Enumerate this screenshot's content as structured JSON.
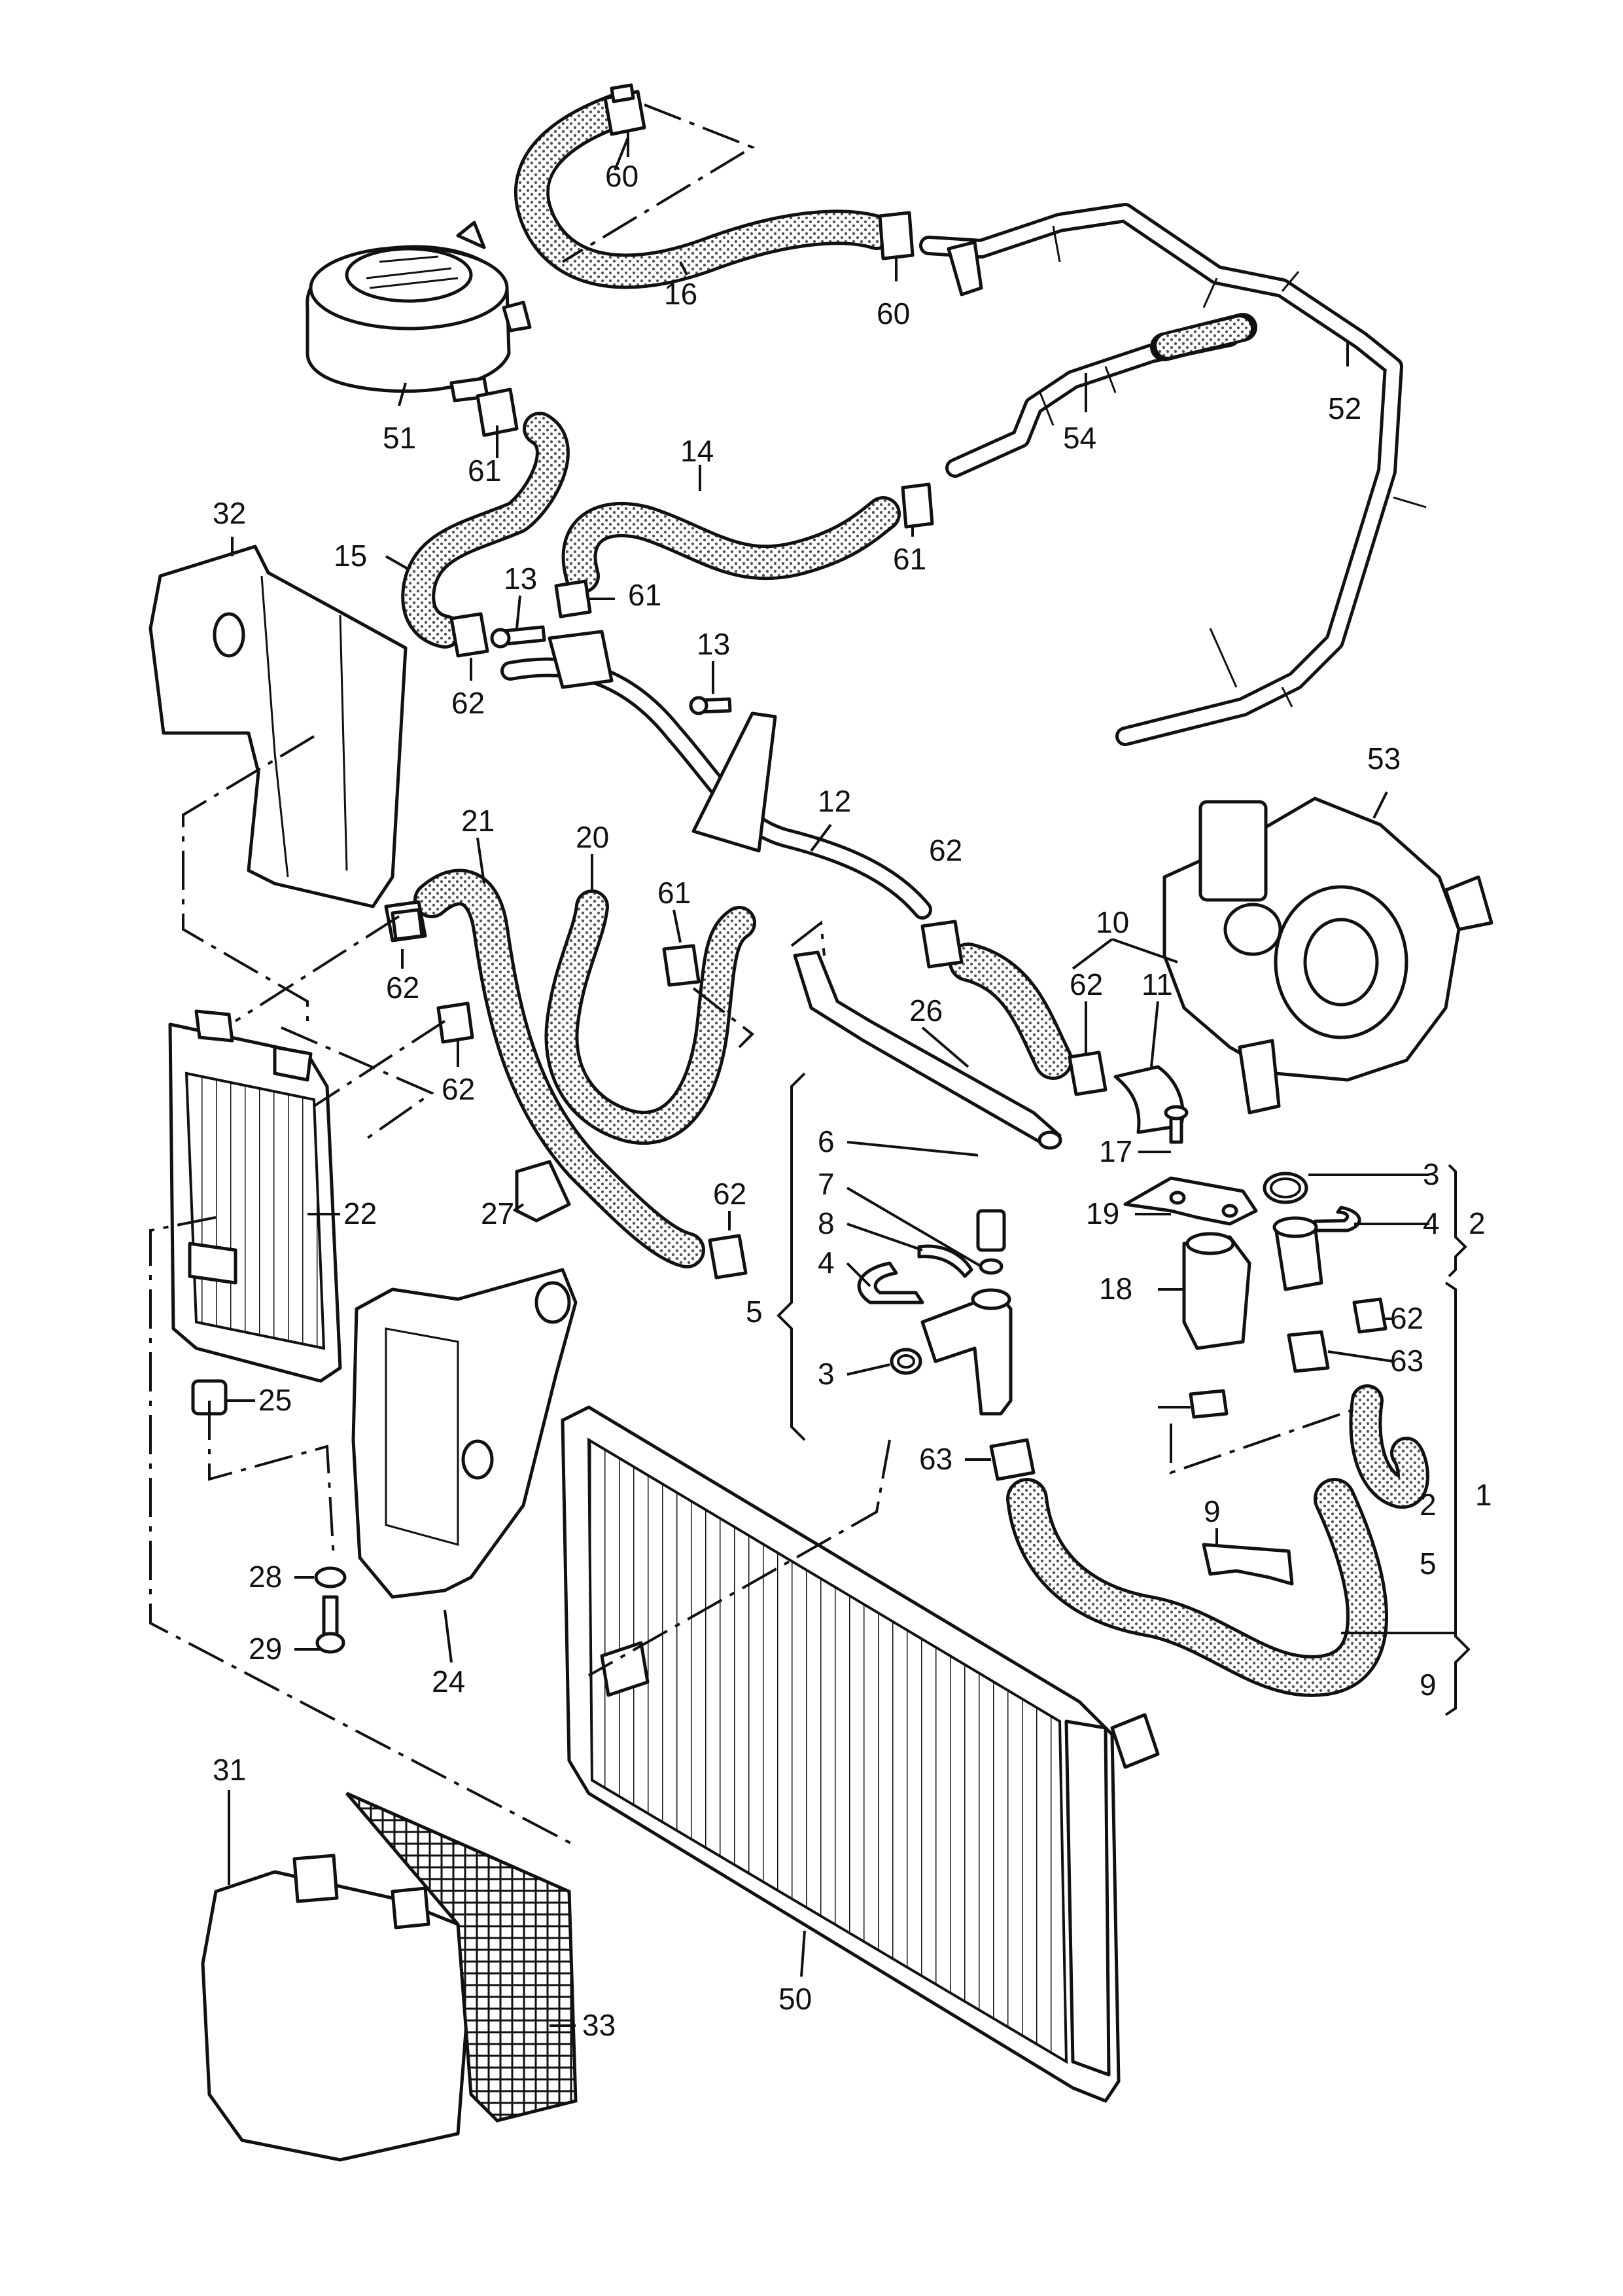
{
  "callouts": {
    "c60a": "60",
    "c16": "16",
    "c60b": "60",
    "c51": "51",
    "c52": "52",
    "c54": "54",
    "c61a": "61",
    "c14": "14",
    "c61b": "61",
    "c32": "32",
    "c15": "15",
    "c13a": "13",
    "c61c": "61",
    "c62a": "62",
    "c13b": "13",
    "c53": "53",
    "c12": "12",
    "c21": "21",
    "c20": "20",
    "c61d": "61",
    "c62b": "62",
    "c10": "10",
    "c62c": "62",
    "c11": "11",
    "c62d": "62",
    "c26": "26",
    "c22": "22",
    "c27": "27",
    "c62e": "62",
    "c6": "6",
    "c7": "7",
    "c8": "8",
    "c4a": "4",
    "c5a": "5",
    "c3a": "3",
    "c17": "17",
    "c19": "19",
    "c3b": "3",
    "c4b": "4",
    "c2a": "2",
    "c18": "18",
    "c62f": "62",
    "c63a": "63",
    "c62g": "62",
    "c63b": "63",
    "c25": "25",
    "c9a": "9",
    "c2b": "2",
    "c1": "1",
    "c5b": "5",
    "c9b": "9",
    "c28": "28",
    "c29": "29",
    "c24": "24",
    "c31": "31",
    "c33": "33",
    "c50": "50"
  },
  "colors": {
    "line": "#111111",
    "paper": "#ffffff",
    "hose_dots": "#555555"
  }
}
